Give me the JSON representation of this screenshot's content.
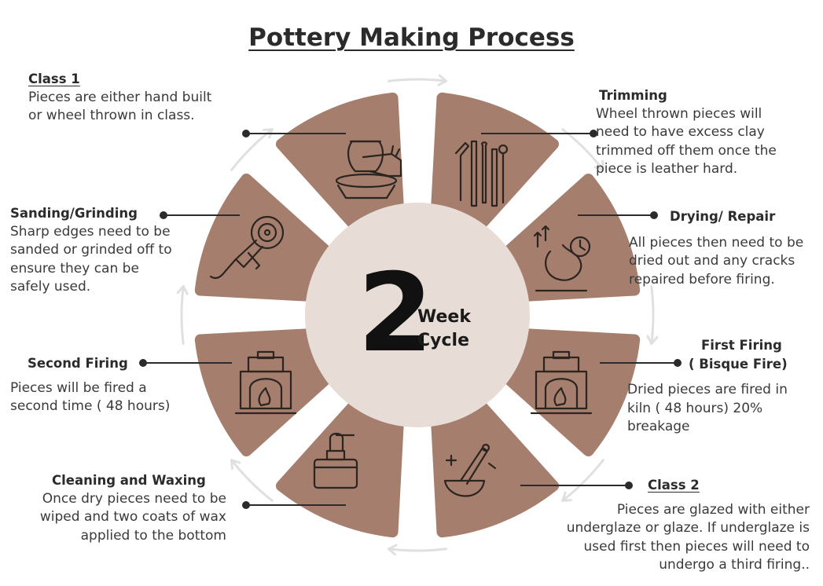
{
  "title": "Pottery Making Process",
  "center": {
    "number": "2",
    "line1": "Week",
    "line2": "Cycle"
  },
  "colors": {
    "segment": "#a67e6e",
    "center": "#e8dcd6",
    "icon": "#2b2520",
    "arrow": "#e0e0e0",
    "text": "#2b2b2b"
  },
  "steps": {
    "class1": {
      "heading": "Class 1",
      "desc": "Pieces are either hand built\nor wheel thrown in class.",
      "icon": "wheel-throwing-icon"
    },
    "trimming": {
      "heading": "Trimming",
      "desc": "Wheel thrown pieces will\nneed to have excess clay\ntrimmed off them once the\npiece is leather hard.",
      "icon": "trimming-tools-icon"
    },
    "drying": {
      "heading": "Drying/ Repair",
      "desc": "All pieces then need to be\ndried out and any cracks\nrepaired before firing.",
      "icon": "drying-clock-icon"
    },
    "first_firing": {
      "heading_line1": "First Firing",
      "heading_line2": "( Bisque Fire)",
      "desc": "Dried pieces are fired in\nkiln ( 48 hours) 20%\nbreakage",
      "icon": "kiln-icon"
    },
    "class2": {
      "heading": "Class 2",
      "desc": "Pieces are glazed with either\nunderglaze or glaze. If underglaze is\nused first then pieces will need to\nundergo a third firing..",
      "icon": "glazing-bowl-icon"
    },
    "waxing": {
      "heading": "Cleaning and Waxing",
      "desc": "Once dry pieces need to be\nwiped and two coats of wax\napplied to the bottom",
      "icon": "wax-pot-icon"
    },
    "second_firing": {
      "heading": "Second Firing",
      "desc": "Pieces will be fired a\nsecond time ( 48 hours)",
      "icon": "kiln-icon"
    },
    "sanding": {
      "heading": "Sanding/Grinding",
      "desc": "Sharp edges need to be\nsanded or grinded off to\nensure they can be\nsafely used.",
      "icon": "grinder-icon"
    }
  }
}
